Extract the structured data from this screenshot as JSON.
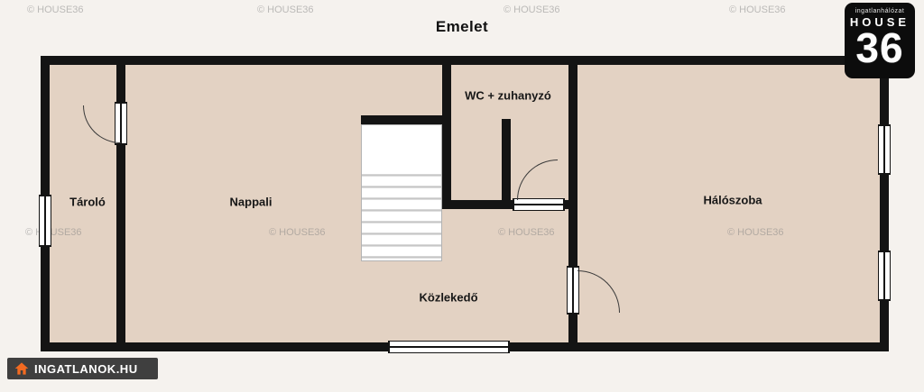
{
  "title": "Emelet",
  "rooms": {
    "tarolo": "Tároló",
    "nappali": "Nappali",
    "wc": "WC + zuhanyzó",
    "haloszoba": "Hálószoba",
    "kozlekedo": "Közlekedő"
  },
  "watermark": {
    "text": "© HOUSE36"
  },
  "logo_house36": {
    "network": "ingatlanhálózat",
    "name": "HOUSE",
    "number": "36"
  },
  "logo_ingatlanok": {
    "text": "INGATLANOK.HU"
  },
  "colors": {
    "page_bg": "#f5f2ee",
    "room_fill": "#e3d2c3",
    "wall": "#141414",
    "logo_orange": "#f26a21"
  }
}
